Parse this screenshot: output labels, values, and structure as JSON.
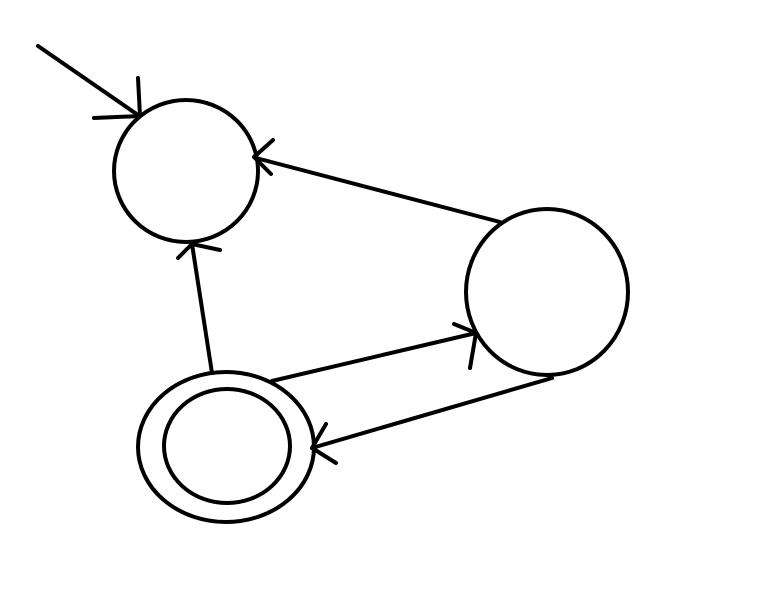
{
  "diagram": {
    "type": "finite-state-automaton",
    "colors": {
      "background": "#ffffff",
      "stroke": "#000000"
    },
    "states": [
      {
        "id": "top-left",
        "initial": true,
        "accepting": false
      },
      {
        "id": "right",
        "initial": false,
        "accepting": false
      },
      {
        "id": "bottom-left",
        "initial": false,
        "accepting": true
      }
    ],
    "transitions": [
      {
        "from": "right",
        "to": "top-left"
      },
      {
        "from": "bottom-left",
        "to": "top-left"
      },
      {
        "from": "bottom-left",
        "to": "right"
      },
      {
        "from": "right",
        "to": "bottom-left"
      }
    ]
  }
}
